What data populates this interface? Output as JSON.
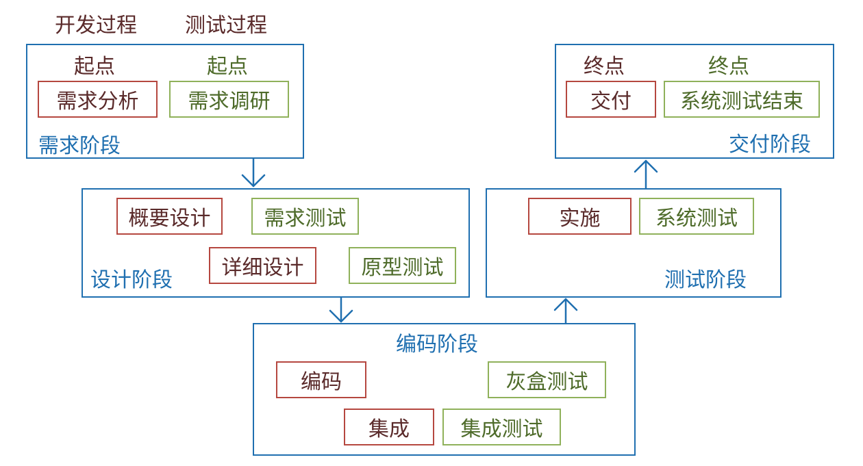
{
  "legend": {
    "dev_process": "开发过程",
    "test_process": "测试过程"
  },
  "colors": {
    "phase_border": "#1f6fb0",
    "dev_border": "#b5473f",
    "dev_text": "#5a2a2a",
    "test_border": "#8fb15a",
    "test_text": "#4e6b2a"
  },
  "requirements_phase": {
    "label": "需求阶段",
    "dev_start_label": "起点",
    "test_start_label": "起点",
    "dev_task": "需求分析",
    "test_task": "需求调研"
  },
  "design_phase": {
    "label": "设计阶段",
    "dev_tasks": [
      "概要设计",
      "详细设计"
    ],
    "test_tasks": [
      "需求测试",
      "原型测试"
    ]
  },
  "coding_phase": {
    "label": "编码阶段",
    "dev_tasks": [
      "编码",
      "集成"
    ],
    "test_tasks": [
      "灰盒测试",
      "集成测试"
    ]
  },
  "testing_phase": {
    "label": "测试阶段",
    "dev_task": "实施",
    "test_task": "系统测试"
  },
  "delivery_phase": {
    "label": "交付阶段",
    "dev_end_label": "终点",
    "test_end_label": "终点",
    "dev_task": "交付",
    "test_task": "系统测试结束"
  }
}
